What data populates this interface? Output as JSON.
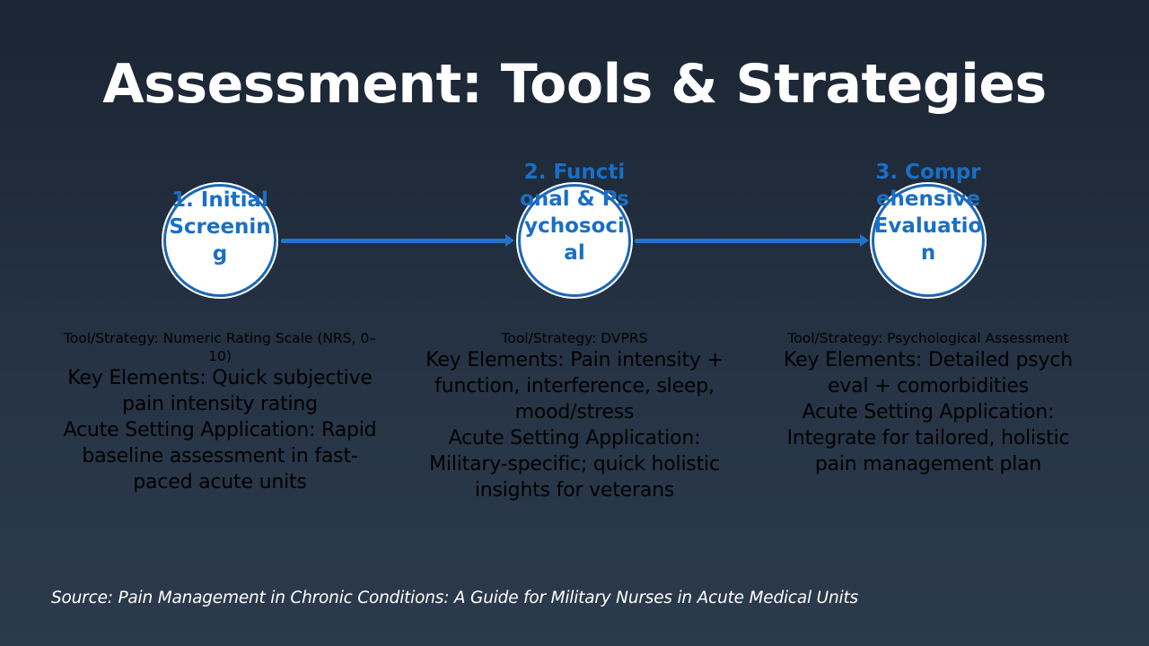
{
  "slide": {
    "title": "Assessment: Tools & Strategies",
    "accent_color": "#1a6fc4",
    "steps": [
      {
        "label": "1. Initial Screening",
        "tool": "Tool/Strategy: Numeric Rating Scale (NRS, 0–10)",
        "elements": "Key Elements: Quick subjective pain intensity rating",
        "application": "Acute Setting Application: Rapid baseline assessment in fast-paced acute units"
      },
      {
        "label": "2. Functional & Psychosocial",
        "tool": "Tool/Strategy: DVPRS",
        "elements": "Key Elements: Pain intensity + function, interference, sleep, mood/stress",
        "application": "Acute Setting Application: Military-specific; quick holistic insights for veterans"
      },
      {
        "label": "3. Comprehensive Evaluation",
        "tool": "Tool/Strategy: Psychological Assessment",
        "elements": "Key Elements: Detailed psych eval + comorbidities",
        "application": "Acute Setting Application: Integrate for tailored, holistic pain management plan"
      }
    ],
    "source_prefix": "Source: ",
    "source_title": "Pain Management in Chronic Conditions: A Guide for Military Nurses in Acute Medical Units"
  }
}
